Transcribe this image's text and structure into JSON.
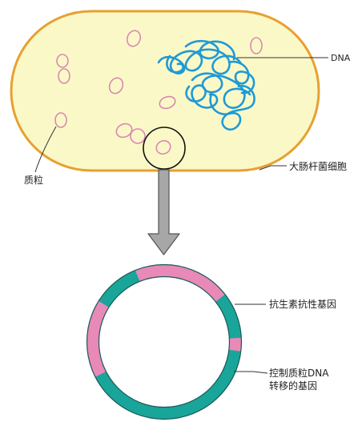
{
  "labels": {
    "dna": "DNA",
    "cell": "大肠杆菌细胞",
    "plasmid": "质粒",
    "antibiotic_gene": "抗生素抗性基因",
    "transfer_gene_line1": "控制质粒DNA",
    "transfer_gene_line2": "转移的基因"
  },
  "colors": {
    "cell_fill": "#fbf8c8",
    "cell_outline": "#e8a030",
    "plasmid_small": "#d88ab0",
    "dna": "#1e9ad6",
    "ring_teal": "#1aa59a",
    "ring_pink": "#e889b7",
    "arrow_fill": "#a7a7a7",
    "leader_line": "#333333"
  },
  "icons": {
    "arrow": "down-arrow-icon"
  }
}
